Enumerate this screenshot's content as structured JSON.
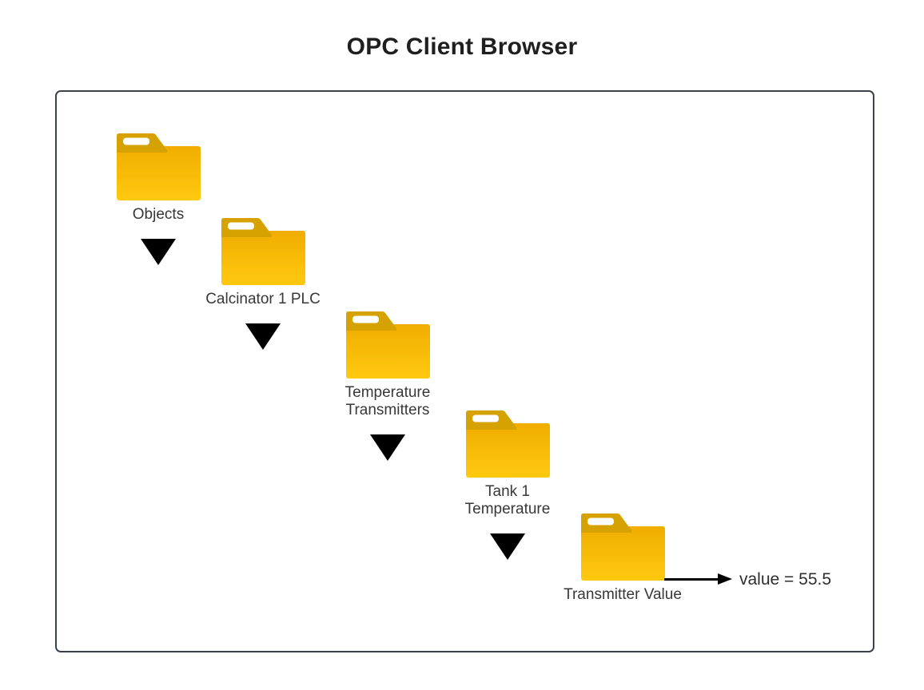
{
  "title": "OPC Client Browser",
  "diagram": {
    "nodes": [
      {
        "label": "Objects",
        "icon": "folder-icon"
      },
      {
        "label": "Calcinator 1 PLC",
        "icon": "folder-icon"
      },
      {
        "label": "Temperature\nTransmitters",
        "icon": "folder-icon"
      },
      {
        "label": "Tank 1\nTemperature",
        "icon": "folder-icon"
      },
      {
        "label": "Transmitter Value",
        "icon": "folder-icon"
      }
    ],
    "expand_indicator_icon": "triangle-down-icon",
    "value_text": "value = 55.5",
    "value_number": 55.5
  },
  "colors": {
    "folder_top": "#F0AD00",
    "folder_bottom": "#FFC90F",
    "folder_tab": "#D6A201",
    "canvas_border": "#3A424E",
    "arrow": "#000000",
    "label_text": "#383838",
    "title_text": "#1F1F1F"
  }
}
